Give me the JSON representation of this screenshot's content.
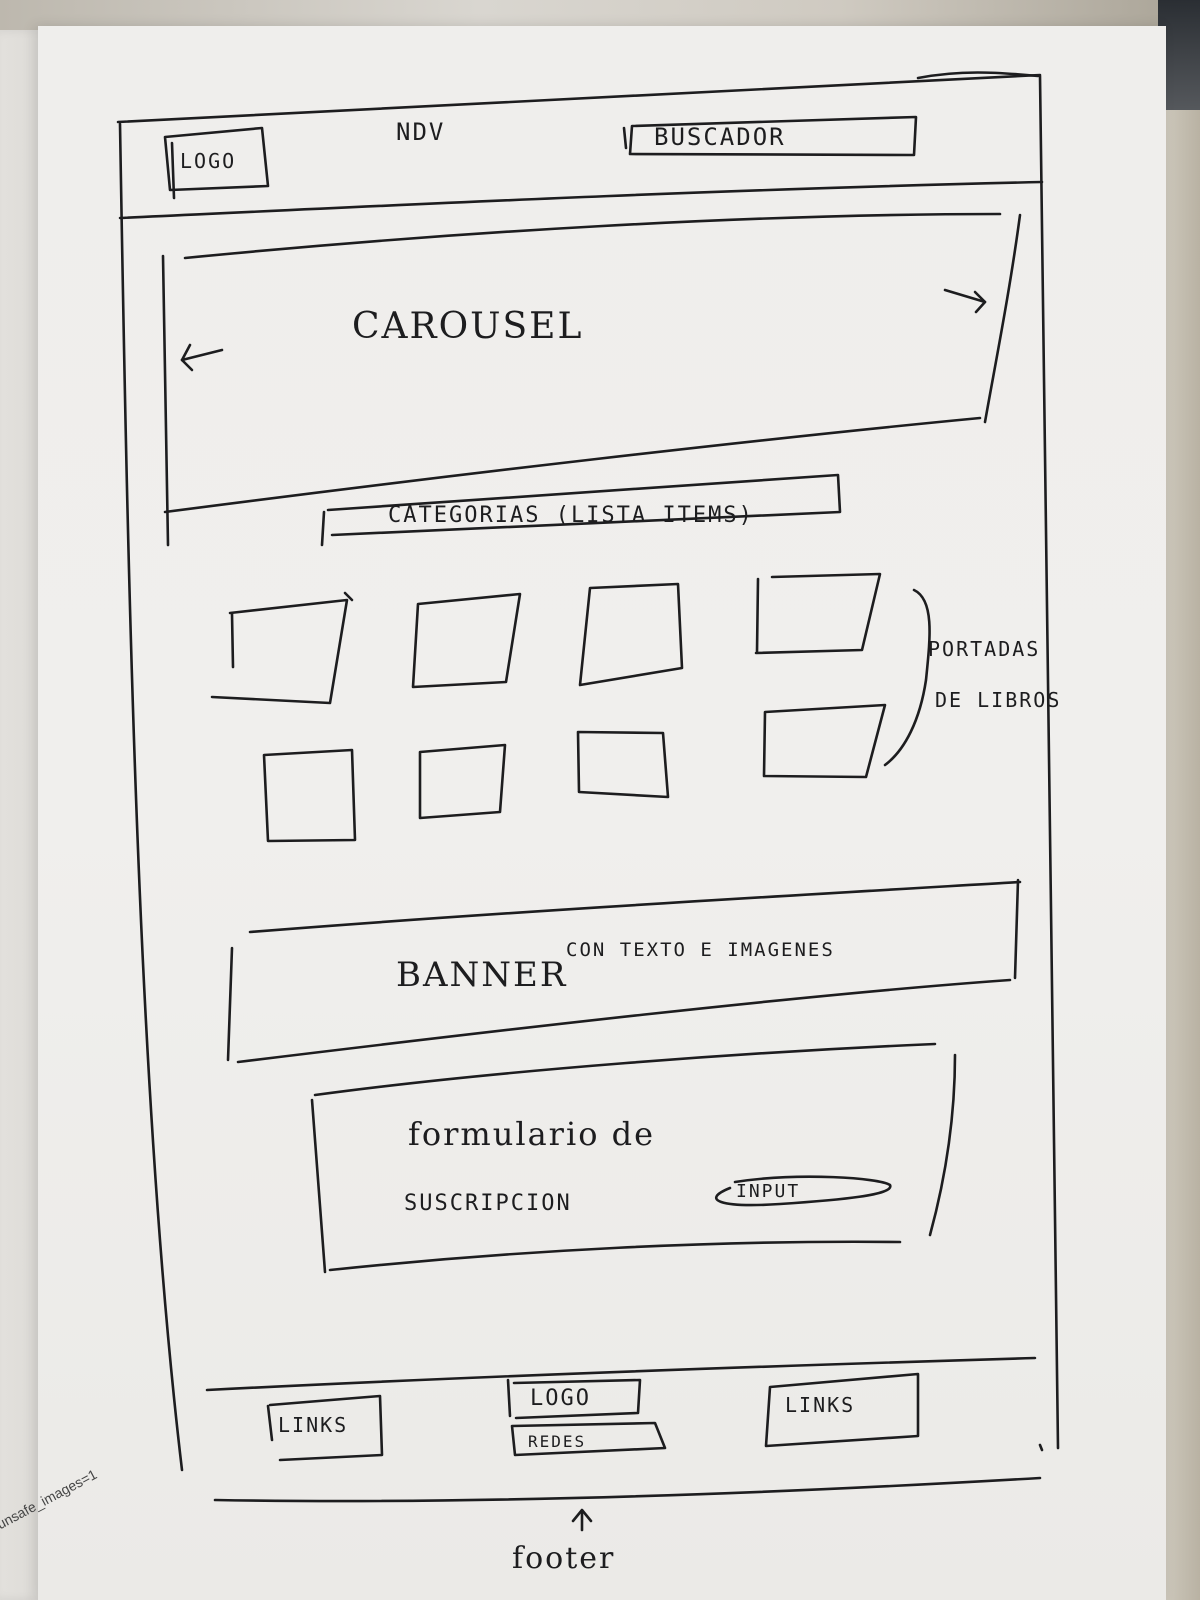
{
  "header": {
    "logo": "LOGO",
    "nav": "NDV",
    "search": "BUSCADOR"
  },
  "carousel": {
    "label": "CAROUSEL",
    "prev_arrow": "arrow-left-icon",
    "next_arrow": "arrow-right-icon"
  },
  "categories": {
    "label": "CATEGORIAS (LISTA ITEMS)"
  },
  "books": {
    "note_line1": "PORTADAS",
    "note_line2": "DE LIBROS",
    "covers_row1": 4,
    "covers_row2": 4
  },
  "banner": {
    "label_main": "BANNER",
    "label_rest": "CON TEXTO E IMAGENES"
  },
  "subscription": {
    "title_line1": "formulario de",
    "title_line2": "SUSCRIPCION",
    "input_label": "INPUT"
  },
  "footer": {
    "links_left": "LINKS",
    "logo": "LOGO",
    "social": "REDES",
    "links_right": "LINKS",
    "annotation": "footer"
  },
  "page_edge_text": "unsafe_images=1"
}
